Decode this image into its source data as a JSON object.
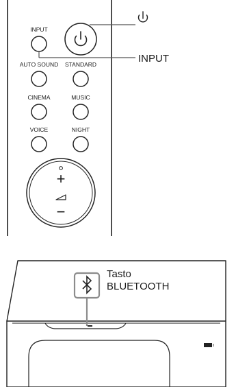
{
  "remote": {
    "power_callout_symbol": "⏻",
    "input_callout": "INPUT",
    "buttons": {
      "input": "INPUT",
      "auto_sound": "AUTO SOUND",
      "standard": "STANDARD",
      "cinema": "CINEMA",
      "music": "MUSIC",
      "voice": "VOICE",
      "night": "NIGHT"
    },
    "volume": {
      "plus": "+",
      "minus": "−"
    }
  },
  "speaker": {
    "bluetooth_callout_line1": "Tasto",
    "bluetooth_callout_line2": "BLUETOOTH"
  }
}
